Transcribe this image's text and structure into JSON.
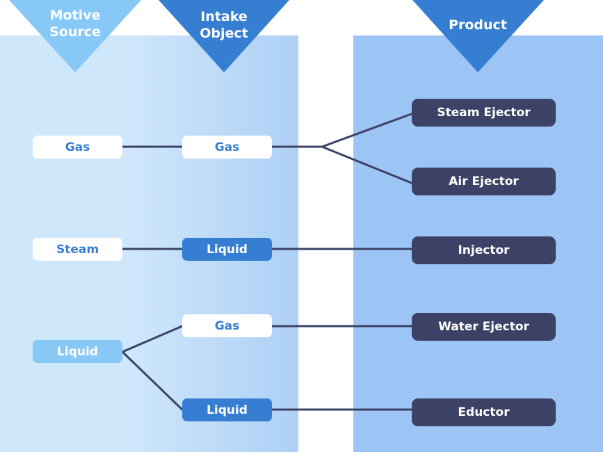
{
  "headers": {
    "motive_source": [
      "Motive",
      "Source"
    ],
    "intake_object": [
      "Intake",
      "Object"
    ],
    "product": "Product"
  },
  "colors": {
    "motive_header": "#88C8F7",
    "intake_header": "#357ED2",
    "product_header": "#357ED2",
    "product_box": "#3B4266",
    "connector": "#3B4266",
    "left_panel_start": "#CFE7FB",
    "left_panel_end": "#ADD0F5",
    "right_panel": "#9CC4F5"
  },
  "motive_sources": [
    {
      "id": "ms-gas",
      "label": "Gas",
      "style": "white"
    },
    {
      "id": "ms-steam",
      "label": "Steam",
      "style": "white"
    },
    {
      "id": "ms-liquid",
      "label": "Liquid",
      "style": "light"
    }
  ],
  "intake_objects": [
    {
      "id": "io-gas-1",
      "label": "Gas",
      "style": "white"
    },
    {
      "id": "io-liquid-1",
      "label": "Liquid",
      "style": "blue"
    },
    {
      "id": "io-gas-2",
      "label": "Gas",
      "style": "white"
    },
    {
      "id": "io-liquid-2",
      "label": "Liquid",
      "style": "blue"
    }
  ],
  "products": [
    {
      "id": "p-steam-ejector",
      "label": "Steam Ejector"
    },
    {
      "id": "p-air-ejector",
      "label": "Air Ejector"
    },
    {
      "id": "p-injector",
      "label": "Injector"
    },
    {
      "id": "p-water-ejector",
      "label": "Water Ejector"
    },
    {
      "id": "p-eductor",
      "label": "Eductor"
    }
  ],
  "connections": [
    {
      "from": "Motive Gas",
      "to": "Intake Gas"
    },
    {
      "from": "Intake Gas",
      "to": "Steam Ejector"
    },
    {
      "from": "Intake Gas",
      "to": "Air Ejector"
    },
    {
      "from": "Motive Steam",
      "to": "Intake Liquid"
    },
    {
      "from": "Intake Liquid",
      "to": "Injector"
    },
    {
      "from": "Motive Liquid",
      "to": "Intake Gas"
    },
    {
      "from": "Motive Liquid",
      "to": "Intake Liquid"
    },
    {
      "from": "Intake Gas",
      "to": "Water Ejector"
    },
    {
      "from": "Intake Liquid",
      "to": "Eductor"
    }
  ]
}
